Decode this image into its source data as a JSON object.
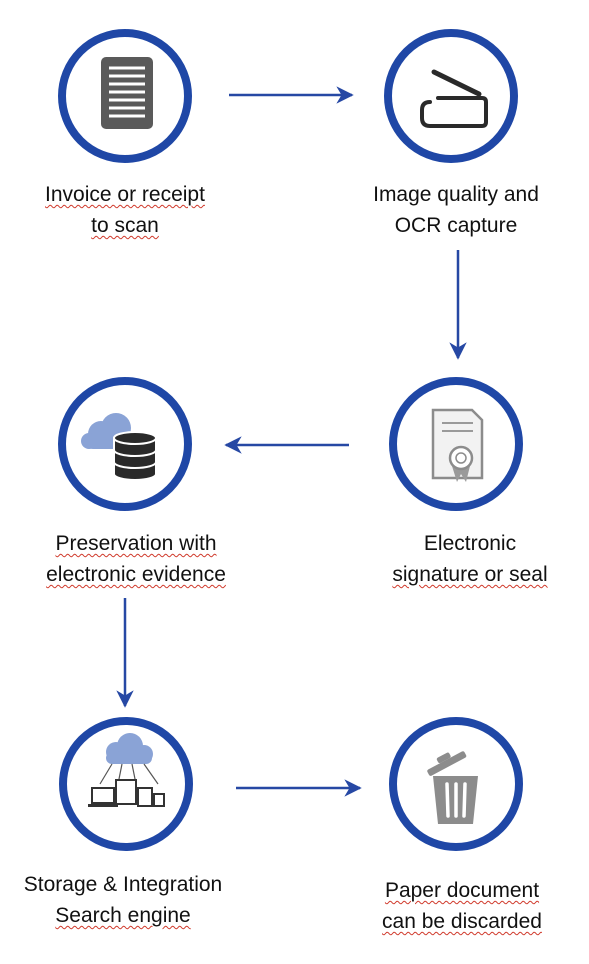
{
  "colors": {
    "ring": "#1f47a6",
    "arrow": "#2648a4",
    "icon_dark": "#3a3a3a",
    "icon_gray": "#8c8c8c",
    "cloud": "#7b96cf",
    "squiggle": "#d0392b"
  },
  "steps": [
    {
      "id": "scan",
      "icon": "document-icon",
      "lines": [
        "Invoice or receipt",
        "to scan"
      ]
    },
    {
      "id": "ocr",
      "icon": "scanner-icon",
      "lines": [
        "Image quality and",
        "OCR capture"
      ]
    },
    {
      "id": "signature",
      "icon": "certificate-icon",
      "lines": [
        "Electronic",
        "signature or seal"
      ]
    },
    {
      "id": "preserve",
      "icon": "cloud-database-icon",
      "lines": [
        "Preservation with",
        "electronic evidence"
      ]
    },
    {
      "id": "storage",
      "icon": "cloud-devices-icon",
      "lines": [
        "Storage & Integration",
        "Search engine"
      ]
    },
    {
      "id": "discard",
      "icon": "trash-icon",
      "lines": [
        "Paper document",
        "can be discarded"
      ]
    }
  ],
  "flow": [
    {
      "from": "scan",
      "to": "ocr",
      "direction": "right"
    },
    {
      "from": "ocr",
      "to": "signature",
      "direction": "down"
    },
    {
      "from": "signature",
      "to": "preserve",
      "direction": "left"
    },
    {
      "from": "preserve",
      "to": "storage",
      "direction": "down"
    },
    {
      "from": "storage",
      "to": "discard",
      "direction": "right"
    }
  ]
}
